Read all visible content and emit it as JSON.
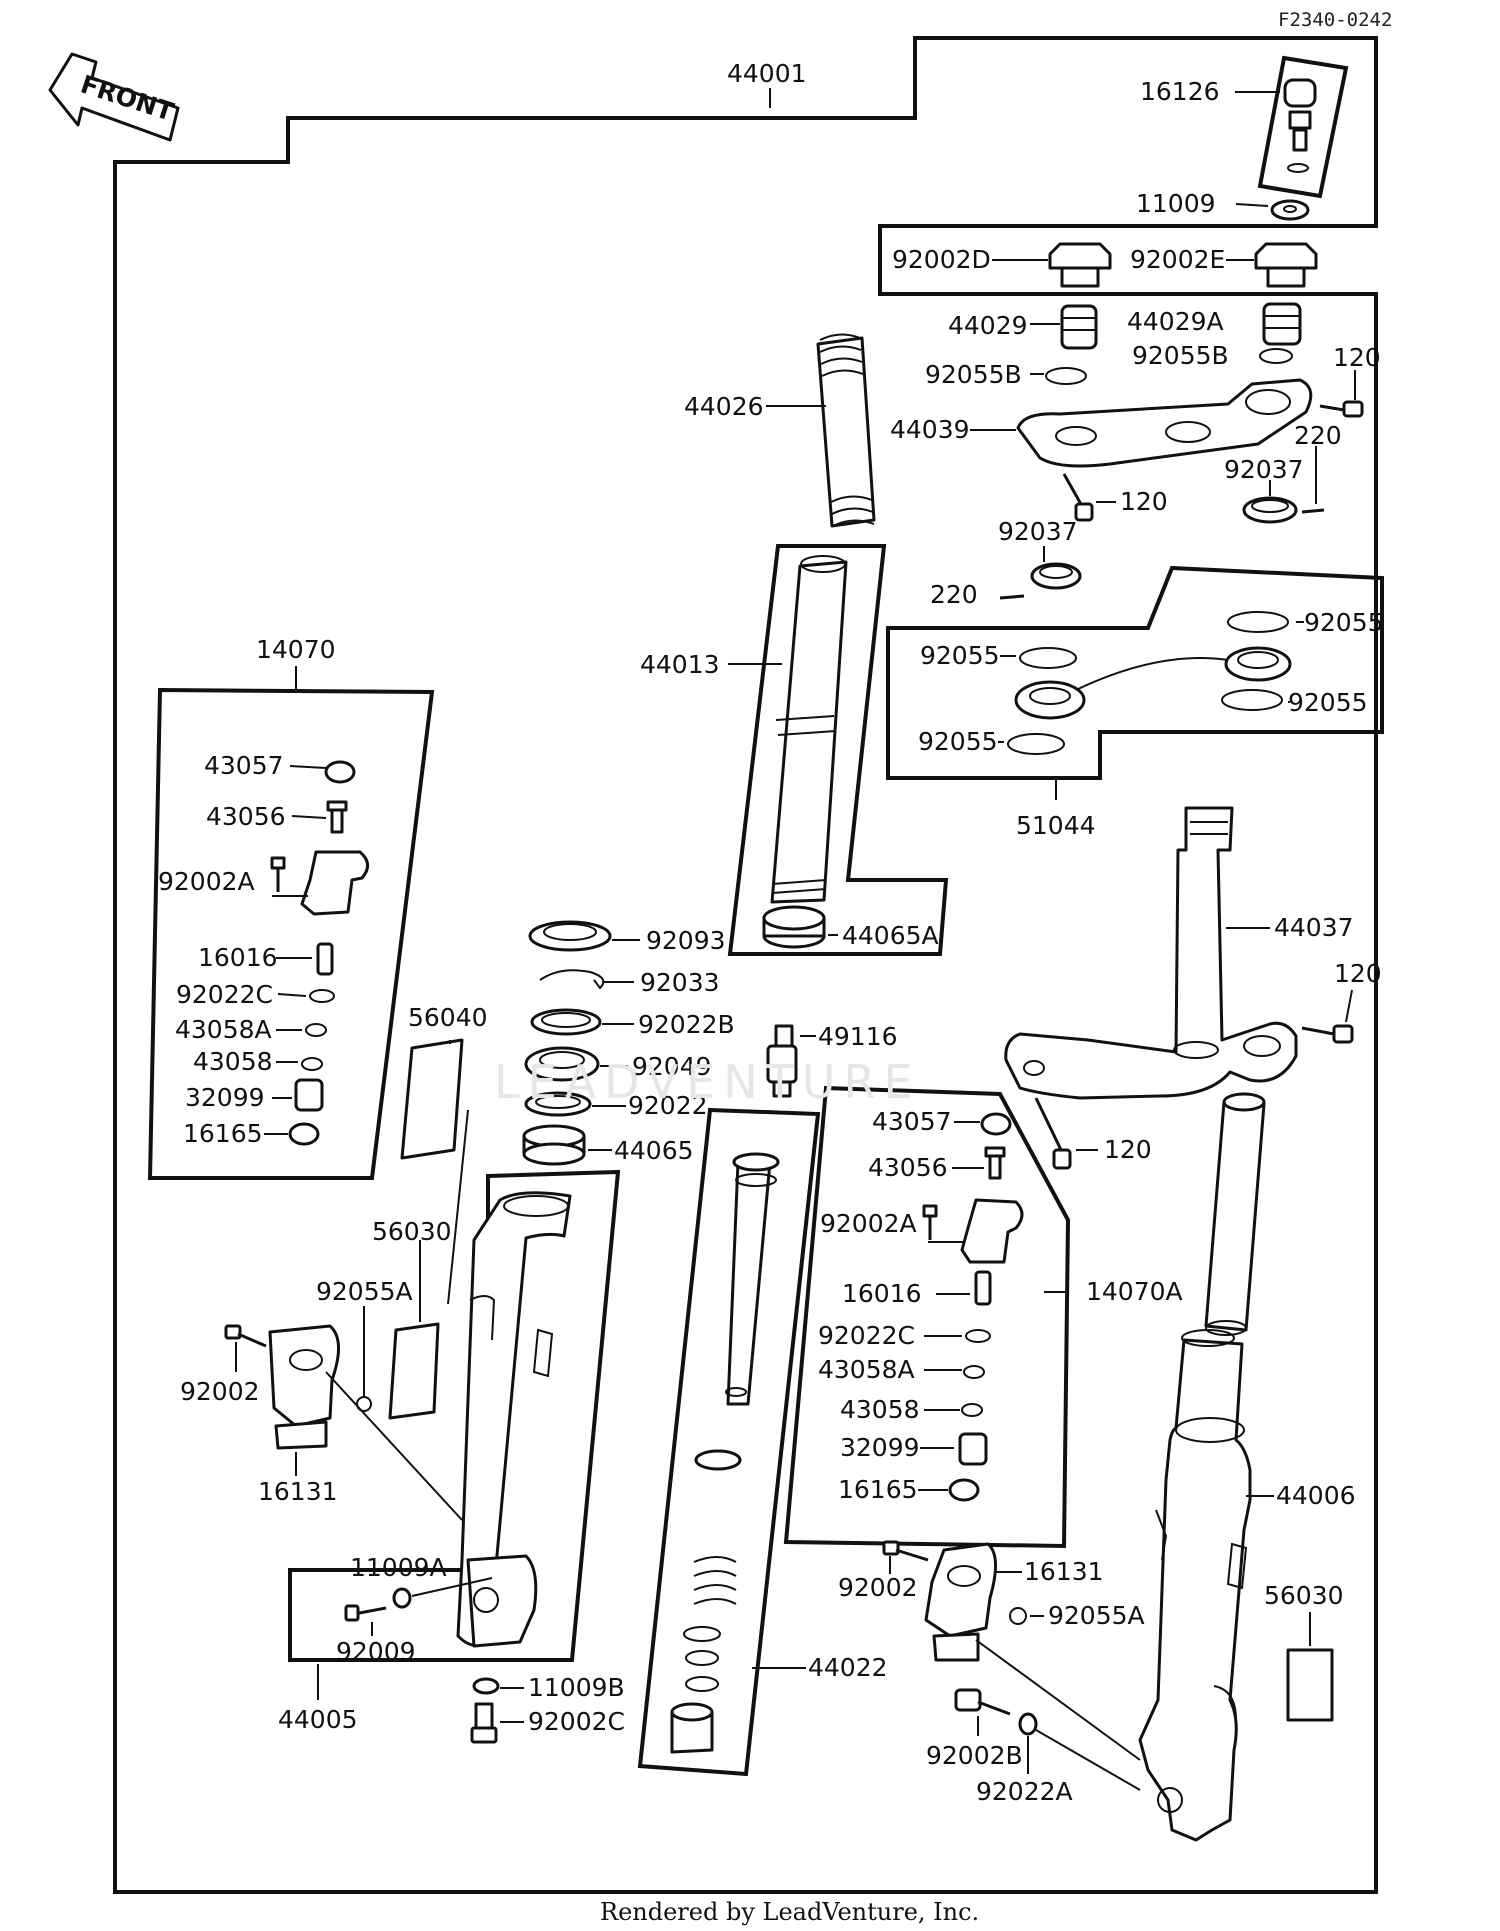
{
  "diagram_code": "F2340-0242",
  "front_arrow": {
    "label": "FRONT"
  },
  "credit": "Rendered by LeadVenture, Inc.",
  "watermark": "LEADVENTURE",
  "callouts": {
    "c44001": "44001",
    "c16126": "16126",
    "c11009": "11009",
    "c92002D": "92002D",
    "c92002E": "92002E",
    "c44029": "44029",
    "c44029A": "44029A",
    "c92055B_l": "92055B",
    "c92055B_r": "92055B",
    "c120_a": "120",
    "c44026": "44026",
    "c44039": "44039",
    "c220_a": "220",
    "c92037_a": "92037",
    "c120_b": "120",
    "c92037_b": "92037",
    "c220_b": "220",
    "c92055_a": "92055",
    "c92055_b": "92055",
    "c92055_c": "92055",
    "c92055_d": "92055",
    "c44013": "44013",
    "c51044": "51044",
    "c14070": "14070",
    "c43057_l": "43057",
    "c43056_l": "43056",
    "c92002A_l": "92002A",
    "c16016_l": "16016",
    "c92022C_l": "92022C",
    "c43058A_l": "43058A",
    "c43058_l": "43058",
    "c32099_l": "32099",
    "c16165_l": "16165",
    "c44065A": "44065A",
    "c92093": "92093",
    "c92033": "92033",
    "c92022B": "92022B",
    "c92049": "92049",
    "c92022": "92022",
    "c44065": "44065",
    "c56040": "56040",
    "c49116": "49116",
    "c44037": "44037",
    "c120_c": "120",
    "c120_d": "120",
    "c43057_r": "43057",
    "c43056_r": "43056",
    "c92002A_r": "92002A",
    "c14070A": "14070A",
    "c16016_r": "16016",
    "c92022C_r": "92022C",
    "c43058A_r": "43058A",
    "c43058_r": "43058",
    "c32099_r": "32099",
    "c16165_r": "16165",
    "c56030_l": "56030",
    "c92055A_l": "92055A",
    "c92002_l": "92002",
    "c16131_l": "16131",
    "c11009A": "11009A",
    "c92009": "92009",
    "c44005": "44005",
    "c11009B": "11009B",
    "c92002C_b": "92002C",
    "c44022": "44022",
    "c44006": "44006",
    "c16131_r": "16131",
    "c92002_r": "92002",
    "c92055A_r": "92055A",
    "c56030_r": "56030",
    "c92002B": "92002B",
    "c92022A": "92022A"
  }
}
